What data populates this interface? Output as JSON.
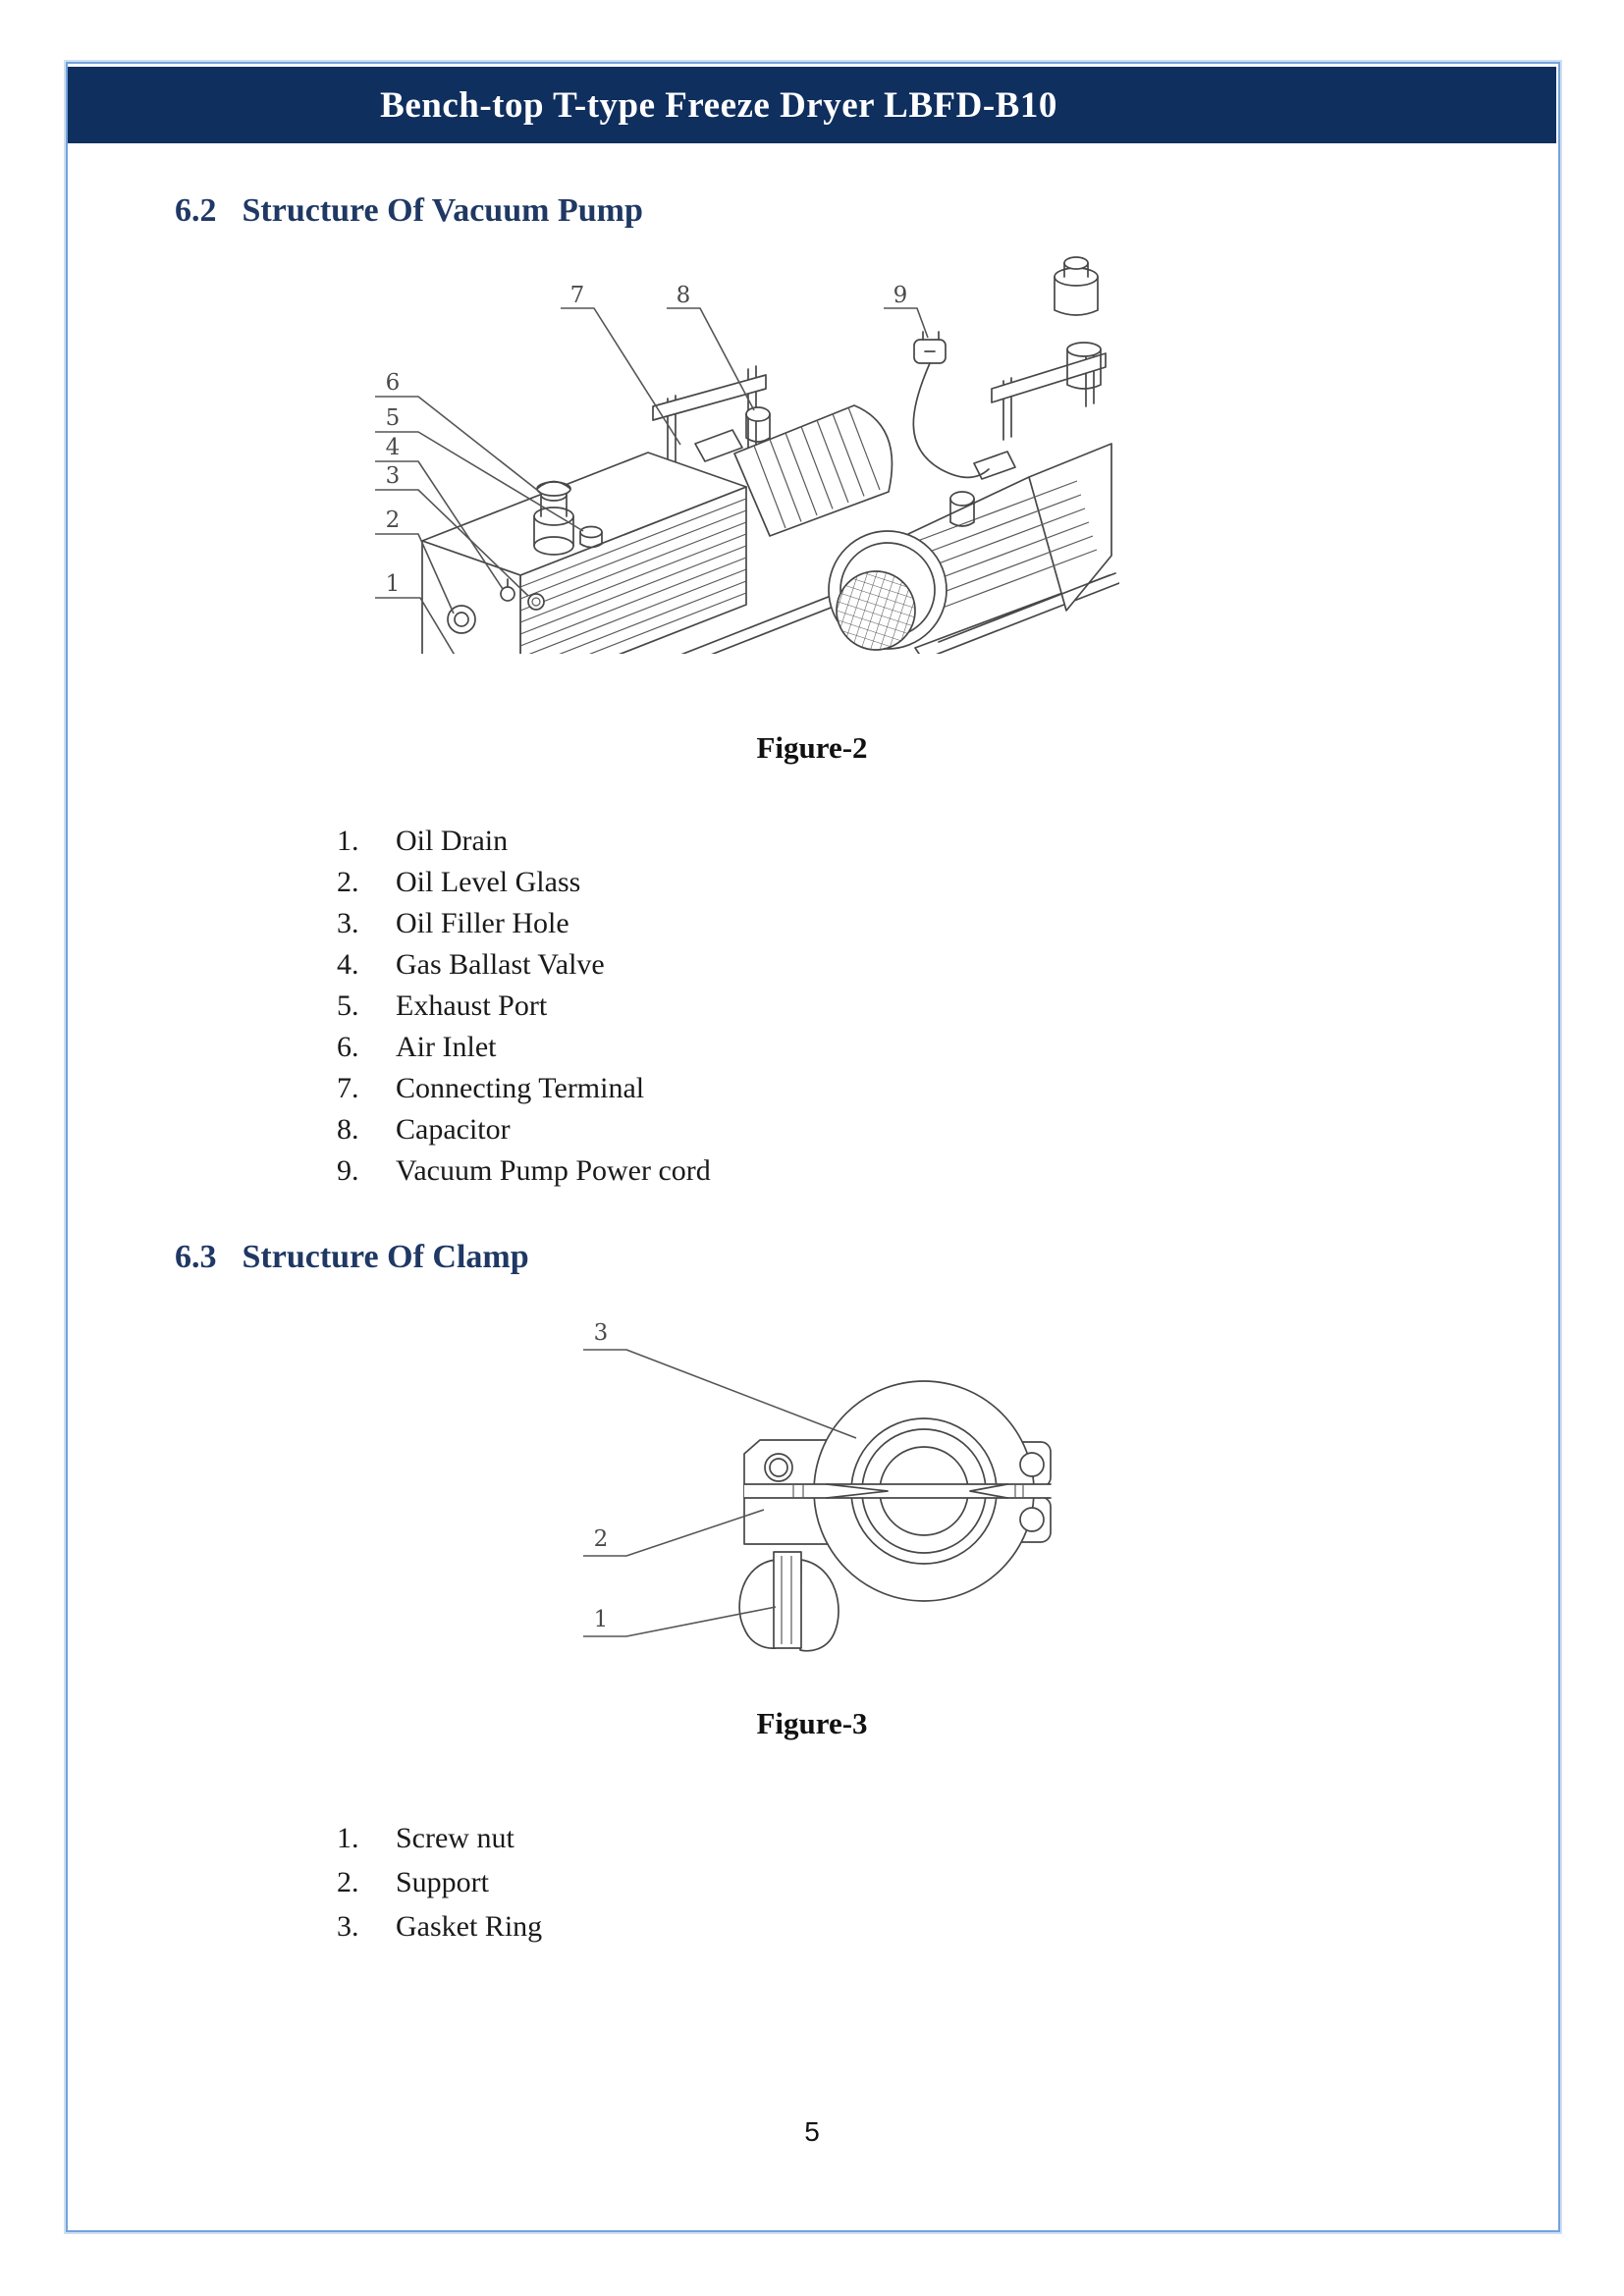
{
  "header": {
    "title": "Bench-top T-type Freeze Dryer LBFD-B10"
  },
  "sections": [
    {
      "number": "6.2",
      "title": "Structure Of Vacuum Pump",
      "figure": {
        "caption": "Figure-2",
        "callouts": [
          "1",
          "2",
          "3",
          "4",
          "5",
          "6",
          "7",
          "8",
          "9"
        ]
      },
      "items": [
        {
          "num": "1.",
          "label": "Oil Drain"
        },
        {
          "num": "2.",
          "label": "Oil Level Glass"
        },
        {
          "num": "3.",
          "label": "Oil Filler Hole"
        },
        {
          "num": "4.",
          "label": "Gas Ballast Valve"
        },
        {
          "num": "5.",
          "label": "Exhaust Port"
        },
        {
          "num": "6.",
          "label": "Air Inlet"
        },
        {
          "num": "7.",
          "label": "Connecting Terminal"
        },
        {
          "num": "8.",
          "label": "Capacitor"
        },
        {
          "num": "9.",
          "label": "Vacuum Pump Power cord"
        }
      ]
    },
    {
      "number": "6.3",
      "title": "Structure Of Clamp",
      "figure": {
        "caption": "Figure-3",
        "callouts": [
          "1",
          "2",
          "3"
        ]
      },
      "items": [
        {
          "num": "1.",
          "label": "Screw nut"
        },
        {
          "num": "2.",
          "label": "Support"
        },
        {
          "num": "3.",
          "label": "Gasket Ring"
        }
      ]
    }
  ],
  "footer": {
    "page_number": "5"
  },
  "colors": {
    "header_bg": "#0f2f5e",
    "heading_text": "#1f3864",
    "frame_border": "#74a3dc",
    "drawing_stroke": "#474747"
  }
}
